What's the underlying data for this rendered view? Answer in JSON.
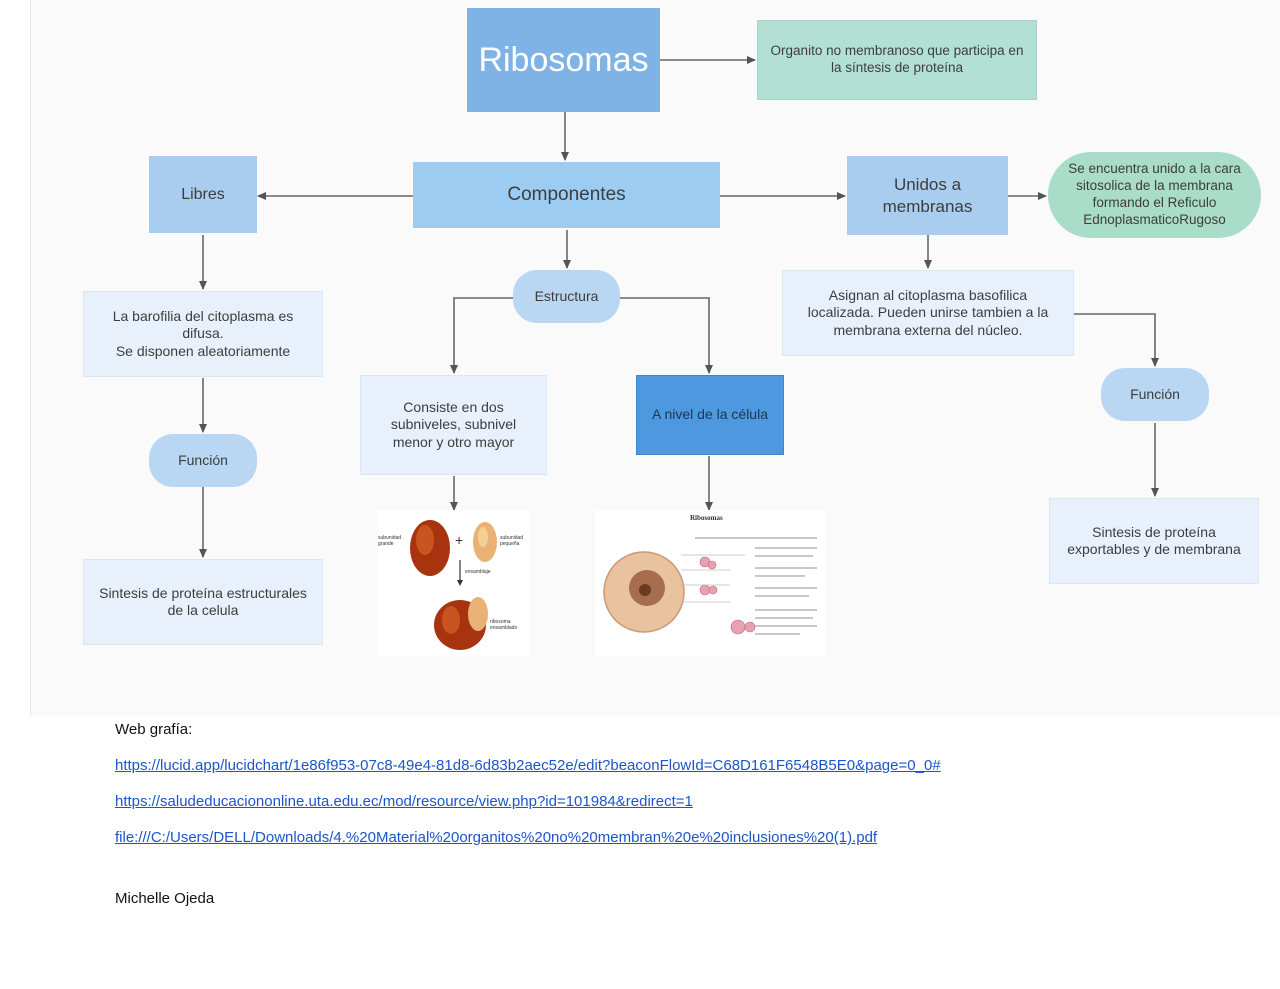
{
  "diagram": {
    "title": "Ribosomas",
    "definition": "Organito no membranoso que participa en la síntesis de proteína",
    "components": "Componentes",
    "free": "Libres",
    "bound": "Unidos a membranas",
    "bound_location": "Se encuentra unido a la cara sitosolica de la membrana formando el Reficulo EdnoplasmaticoRugoso",
    "free_desc": "La barofilia del citoplasma es difusa.\nSe disponen aleatoriamente",
    "free_function": "Función",
    "free_function_desc": "Sintesis de proteína estructurales de la celula",
    "structure": "Estructura",
    "structure_desc": "Consiste en dos subniveles, subnivel menor y otro mayor",
    "cell_level": "A nivel de la célula",
    "bound_desc": "Asignan al citoplasma basofilica localizada. Pueden unirse tambien a la membrana externa del núcleo.",
    "bound_function": "Función",
    "bound_function_desc": "Sintesis de proteína exportables y de membrana"
  },
  "subunit_figure": {
    "large_label": "subunidad grande",
    "small_label": "subunidad pequeña",
    "plus": "+",
    "assembly": "ensamblaje",
    "result": "ribosoma ensamblado"
  },
  "cell_figure": {
    "heading": "Ribosomas"
  },
  "references": {
    "heading": "Web grafía:",
    "links": [
      "https://lucid.app/lucidchart/1e86f953-07c8-49e4-81d8-6d83b2aec52e/edit?beaconFlowId=C68D161F6548B5E0&page=0_0#",
      "https://saludeducaciononline.uta.edu.ec/mod/resource/view.php?id=101984&redirect=1",
      "file:///C:/Users/DELL/Downloads/4.%20Material%20organitos%20no%20membran%20e%20inclusiones%20(1).pdf"
    ],
    "author": "Michelle Ojeda"
  }
}
